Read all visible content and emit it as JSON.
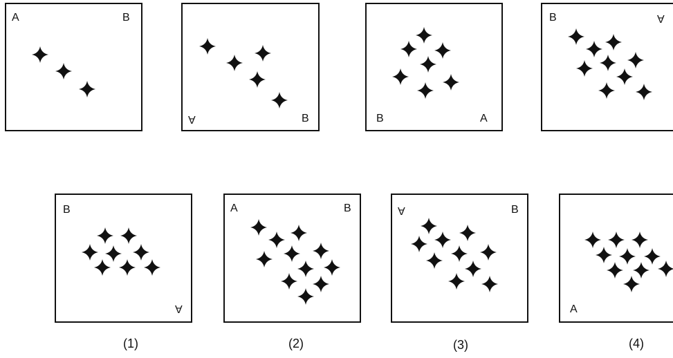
{
  "series": {
    "panels": [
      {
        "tl": "A",
        "tr": "B",
        "bl": "",
        "br": ""
      },
      {
        "tl": "",
        "tr": "",
        "bl": "A",
        "br": "B"
      },
      {
        "tl": "",
        "tr": "",
        "bl": "B",
        "br": "A"
      },
      {
        "tl": "B",
        "tr": "A",
        "bl": "",
        "br": ""
      }
    ]
  },
  "options": {
    "panels": [
      {
        "tl": "B",
        "tr": "",
        "bl": "",
        "br": "A",
        "caption": "(1)"
      },
      {
        "tl": "A",
        "tr": "B",
        "bl": "",
        "br": "",
        "caption": "(2)"
      },
      {
        "tl": "A",
        "tr": "B",
        "bl": "",
        "br": "",
        "caption": "(3)"
      },
      {
        "tl": "",
        "tr": "",
        "bl": "A",
        "br": "",
        "caption": "(4)"
      }
    ]
  },
  "icons": {
    "mark": "four-point-star-icon"
  },
  "colors": {
    "ink": "#111111",
    "background": "#ffffff"
  }
}
